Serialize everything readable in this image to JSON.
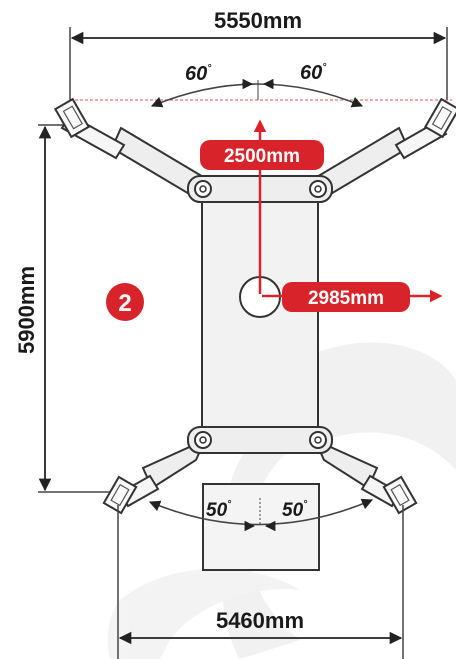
{
  "dimensions": {
    "top_width": "5550mm",
    "bottom_width": "5460mm",
    "height": "5900mm"
  },
  "angles": {
    "top_left": "60",
    "top_right": "60",
    "bottom_left": "50",
    "bottom_right": "50",
    "degree_symbol": "°"
  },
  "callouts": {
    "vertical": "2500mm",
    "horizontal": "2985mm"
  },
  "badge": {
    "number": "2"
  },
  "colors": {
    "accent_red": "#d8232a",
    "line": "#333333",
    "fill": "#eeeeee",
    "watermark": "#e6e6e6"
  }
}
